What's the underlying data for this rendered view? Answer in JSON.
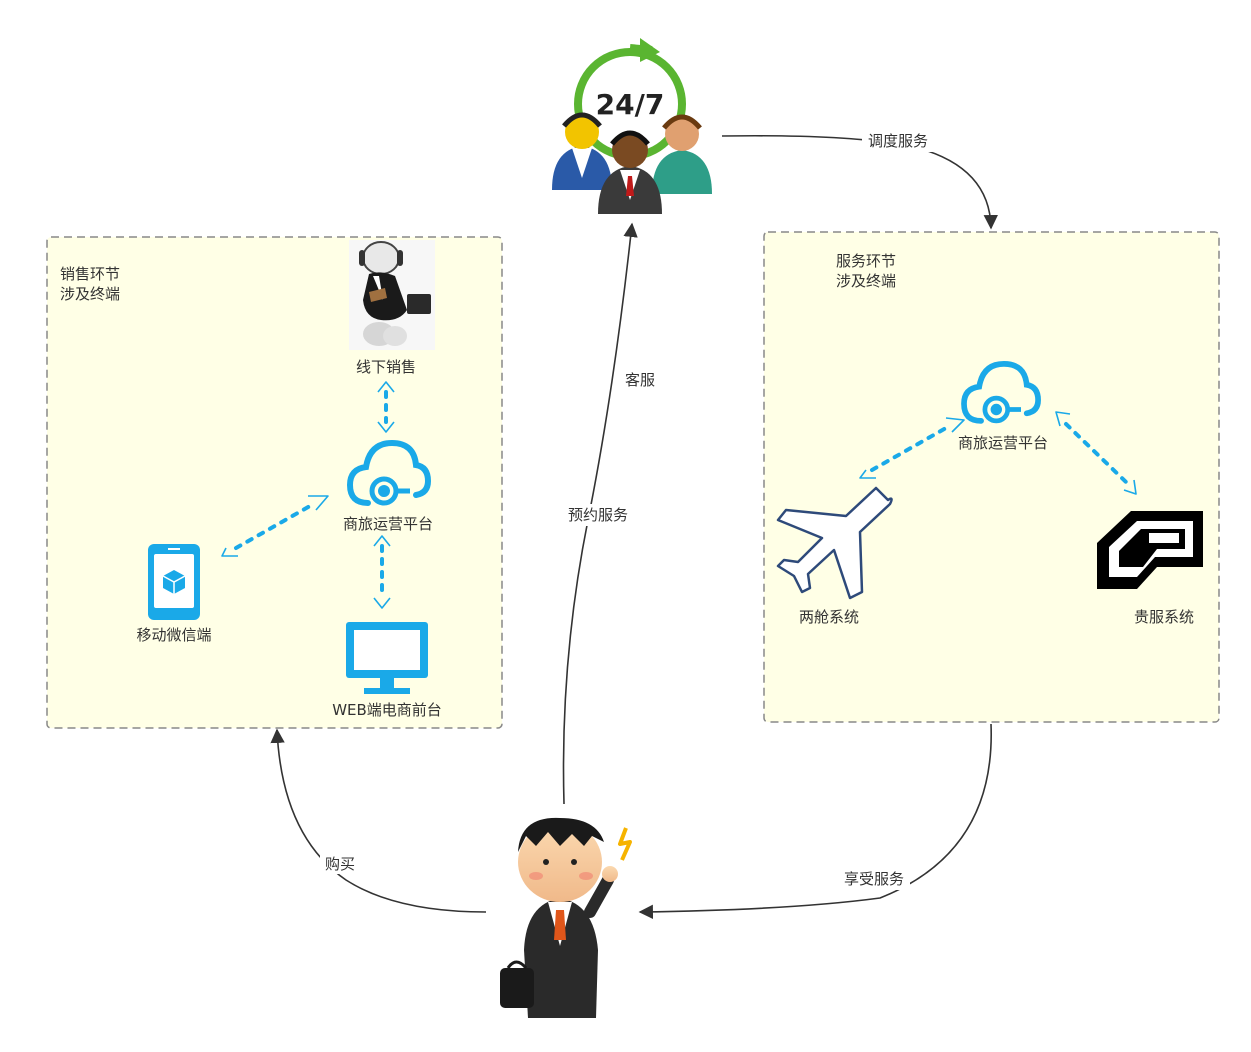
{
  "sales_box": {
    "title_line1": "销售环节",
    "title_line2": "涉及终端",
    "offline_sales": "线下销售",
    "platform": "商旅运营平台",
    "mobile_wechat": "移动微信端",
    "web_frontend": "WEB端电商前台"
  },
  "service_box": {
    "title_line1": "服务环节",
    "title_line2": "涉及终端",
    "platform": "商旅运营平台",
    "two_cabin": "两舱系统",
    "vip": "贵服系统"
  },
  "flows": {
    "purchase": "购买",
    "booking": "预约服务",
    "customer_service": "客服",
    "dispatch": "调度服务",
    "enjoy": "享受服务"
  },
  "badge_247": "24/7",
  "colors": {
    "accent": "#1aa9e8",
    "box_fill": "#ffffe6",
    "box_border": "#888888",
    "arrow": "#333333",
    "badge_green": "#5ab531"
  },
  "icons": [
    "call-center-agents-icon",
    "cloud-platform-icon",
    "mobile-phone-icon",
    "monitor-icon",
    "airplane-icon",
    "vip-card-icon",
    "businessman-icon",
    "robot-salesman-icon"
  ]
}
